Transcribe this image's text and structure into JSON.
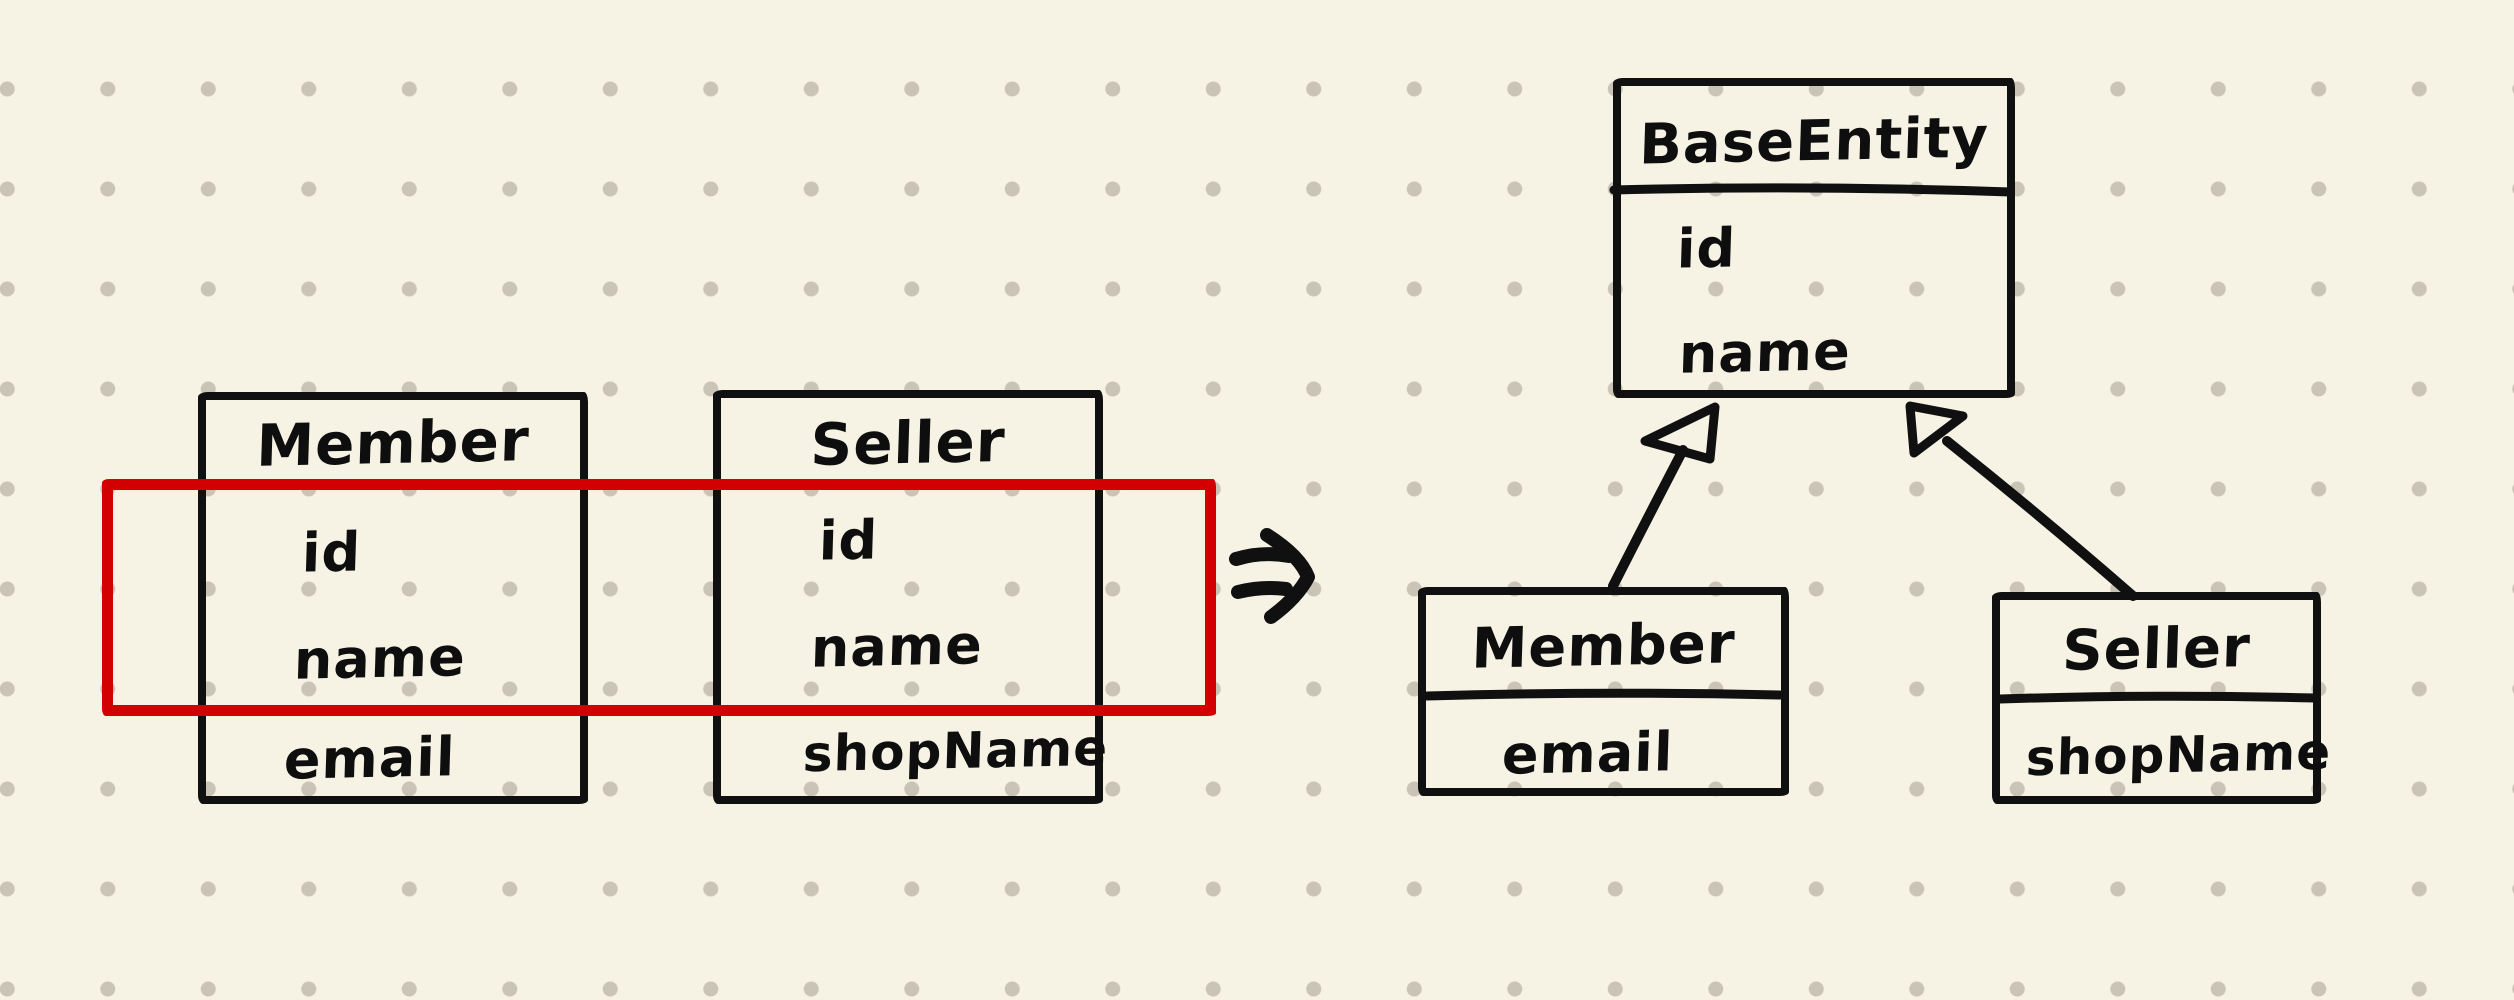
{
  "diagram": {
    "kind": "hand-drawn class refactoring sketch",
    "before": {
      "member": {
        "title": "Member",
        "fields": {
          "id": "id",
          "name": "name",
          "email": "email"
        }
      },
      "seller": {
        "title": "Seller",
        "fields": {
          "id": "id",
          "name": "name",
          "shopName": "shopName"
        }
      }
    },
    "transform_arrow": "⇒",
    "after": {
      "base_entity": {
        "title": "BaseEntity",
        "fields": {
          "id": "id",
          "name": "name"
        }
      },
      "member": {
        "title": "Member",
        "fields": {
          "email": "email"
        }
      },
      "seller": {
        "title": "Seller",
        "fields": {
          "shopName": "shopName"
        }
      }
    }
  },
  "colors": {
    "background": "#f6f3e5",
    "grid_dot": "#c9c4b6",
    "ink": "#101010",
    "highlight_red": "#d20000"
  }
}
